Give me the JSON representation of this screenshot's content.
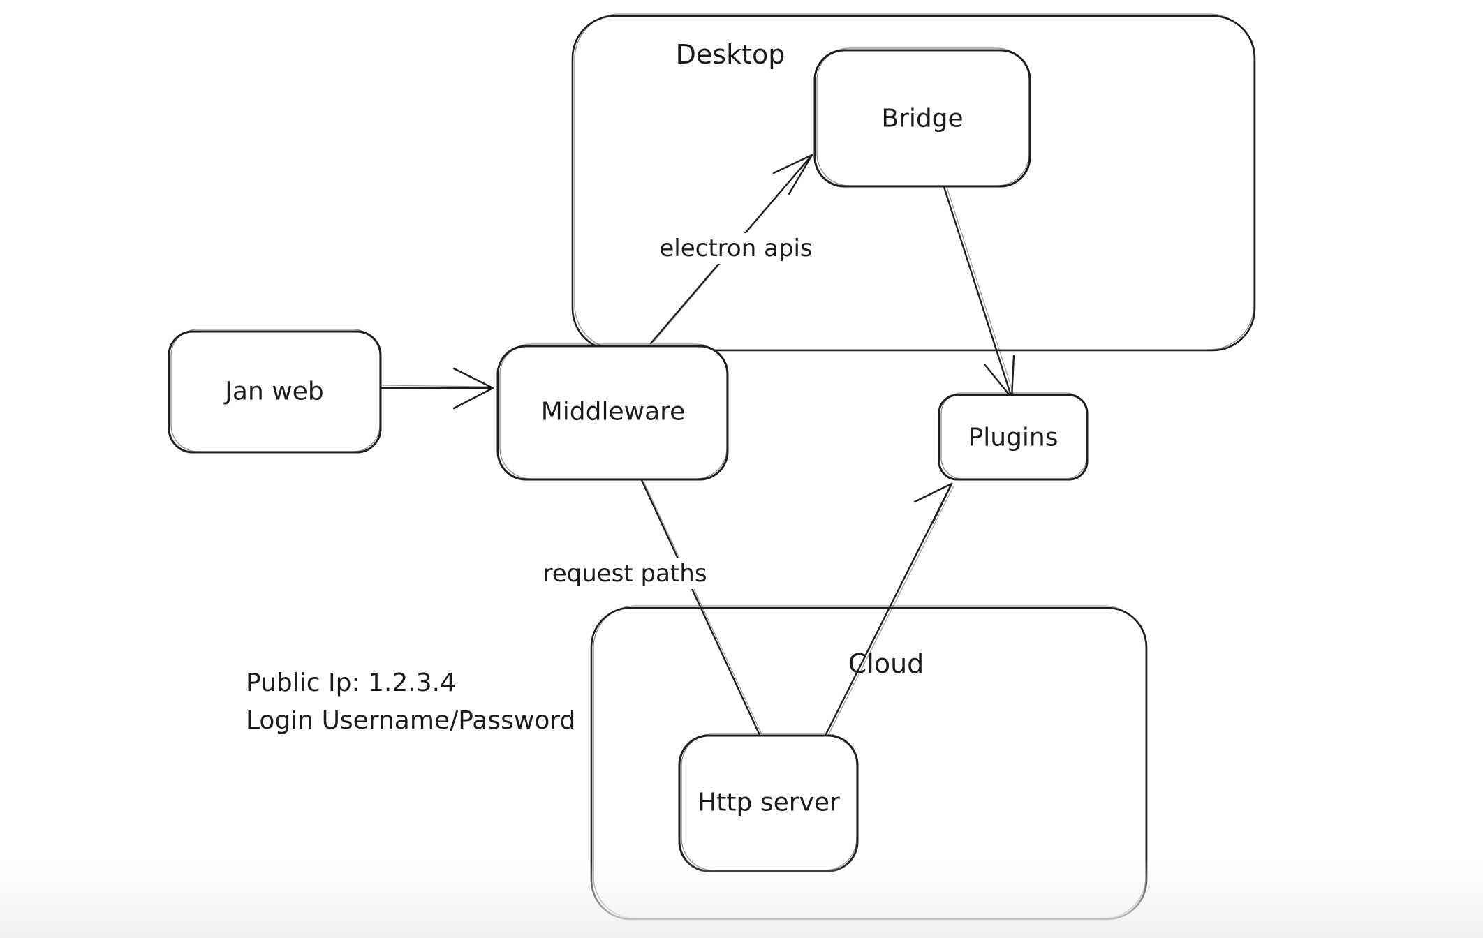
{
  "canvas": {
    "background_color": "#ffffff",
    "stroke_color": "#1e1e1e",
    "text_color": "#1b1b1e",
    "bottom_fade_color": "#f0f0f1"
  },
  "containers": [
    {
      "id": "desktop",
      "label": "Desktop"
    },
    {
      "id": "cloud",
      "label": "Cloud"
    }
  ],
  "nodes": [
    {
      "id": "jan-web",
      "label": "Jan web"
    },
    {
      "id": "middleware",
      "label": "Middleware"
    },
    {
      "id": "bridge",
      "label": "Bridge"
    },
    {
      "id": "plugins",
      "label": "Plugins"
    },
    {
      "id": "http-server",
      "label": "Http server"
    }
  ],
  "edges": [
    {
      "id": "jan-web-to-middleware",
      "from": "jan-web",
      "to": "middleware",
      "label": ""
    },
    {
      "id": "middleware-to-bridge",
      "from": "middleware",
      "to": "bridge",
      "label": "electron apis"
    },
    {
      "id": "bridge-to-plugins",
      "from": "bridge",
      "to": "plugins",
      "label": ""
    },
    {
      "id": "middleware-to-http-server",
      "from": "middleware",
      "to": "http-server",
      "label": "request paths"
    },
    {
      "id": "http-server-to-plugins",
      "from": "http-server",
      "to": "plugins",
      "label": ""
    }
  ],
  "annotations": {
    "note_line1": "Public Ip: 1.2.3.4",
    "note_line2": "Login Username/Password"
  }
}
